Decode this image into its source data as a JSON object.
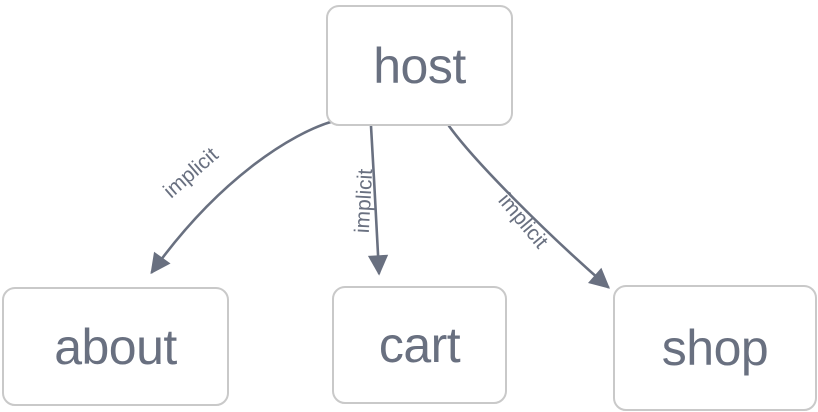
{
  "diagram": {
    "type": "directed-graph",
    "background_color": "#ffffff",
    "node_fill": "#ffffff",
    "node_border_color": "#c9c9c9",
    "node_text_color": "#697080",
    "edge_color": "#697080",
    "nodes": [
      {
        "id": "host",
        "label": "host"
      },
      {
        "id": "about",
        "label": "about"
      },
      {
        "id": "cart",
        "label": "cart"
      },
      {
        "id": "shop",
        "label": "shop"
      }
    ],
    "edges": [
      {
        "from": "host",
        "to": "about",
        "label": "implicit",
        "arrow": "filled-triangle"
      },
      {
        "from": "host",
        "to": "cart",
        "label": "implicit",
        "arrow": "filled-triangle"
      },
      {
        "from": "host",
        "to": "shop",
        "label": "implicit",
        "arrow": "filled-triangle"
      }
    ]
  }
}
